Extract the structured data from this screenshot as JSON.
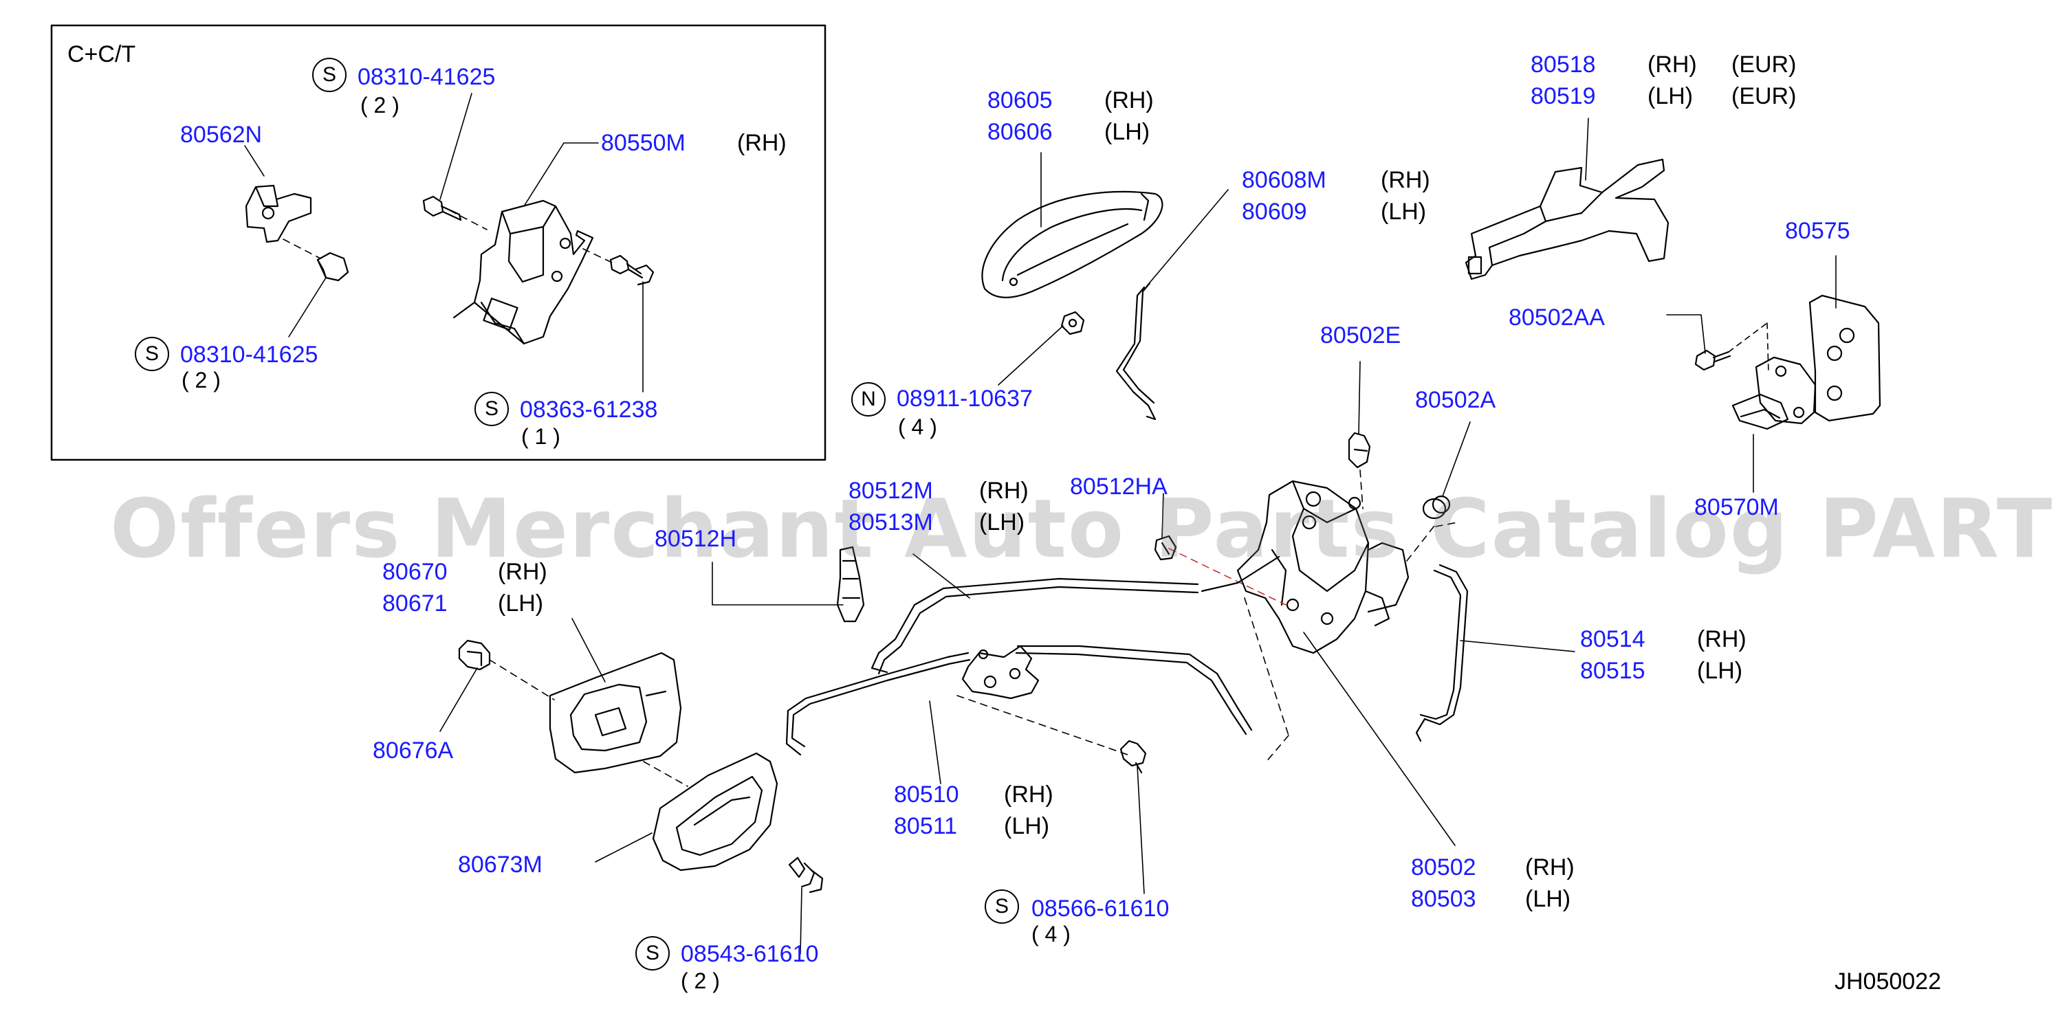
{
  "inset": {
    "title": "C+C/T"
  },
  "diagram_code": "JH050022",
  "watermark": "Offers Merchant Auto Parts Catalog PARTSTORE.SA",
  "symbols": {
    "s": "S",
    "n": "N"
  },
  "parts": {
    "p08310a": {
      "pn": "08310-41625",
      "qty": "( 2 )"
    },
    "p80562N": {
      "pn": "80562N"
    },
    "p80550M": {
      "pn": "80550M",
      "side": "(RH)"
    },
    "p08310b": {
      "pn": "08310-41625",
      "qty": "( 2 )"
    },
    "p08363": {
      "pn": "08363-61238",
      "qty": "( 1 )"
    },
    "p80605": {
      "pn": "80605",
      "side": "(RH)"
    },
    "p80606": {
      "pn": "80606",
      "side": "(LH)"
    },
    "p80608M": {
      "pn": "80608M",
      "side": "(RH)"
    },
    "p80609": {
      "pn": "80609",
      "side": "(LH)"
    },
    "p08911": {
      "pn": "08911-10637",
      "qty": "( 4 )"
    },
    "p80518": {
      "pn": "80518",
      "side": "(RH)",
      "region": "(EUR)"
    },
    "p80519": {
      "pn": "80519",
      "side": "(LH)",
      "region": "(EUR)"
    },
    "p80575": {
      "pn": "80575"
    },
    "p80502AA": {
      "pn": "80502AA"
    },
    "p80502E": {
      "pn": "80502E"
    },
    "p80502A": {
      "pn": "80502A"
    },
    "p80570M": {
      "pn": "80570M"
    },
    "p80512M": {
      "pn": "80512M",
      "side": "(RH)"
    },
    "p80513M": {
      "pn": "80513M",
      "side": "(LH)"
    },
    "p80512HA": {
      "pn": "80512HA"
    },
    "p80512H": {
      "pn": "80512H"
    },
    "p80670": {
      "pn": "80670",
      "side": "(RH)"
    },
    "p80671": {
      "pn": "80671",
      "side": "(LH)"
    },
    "p80676A": {
      "pn": "80676A"
    },
    "p80514": {
      "pn": "80514",
      "side": "(RH)"
    },
    "p80515": {
      "pn": "80515",
      "side": "(LH)"
    },
    "p80510": {
      "pn": "80510",
      "side": "(RH)"
    },
    "p80511": {
      "pn": "80511",
      "side": "(LH)"
    },
    "p80673M": {
      "pn": "80673M"
    },
    "p80502": {
      "pn": "80502",
      "side": "(RH)"
    },
    "p80503": {
      "pn": "80503",
      "side": "(LH)"
    },
    "p08566": {
      "pn": "08566-61610",
      "qty": "( 4 )"
    },
    "p08543": {
      "pn": "08543-61610",
      "qty": "( 2 )"
    }
  }
}
